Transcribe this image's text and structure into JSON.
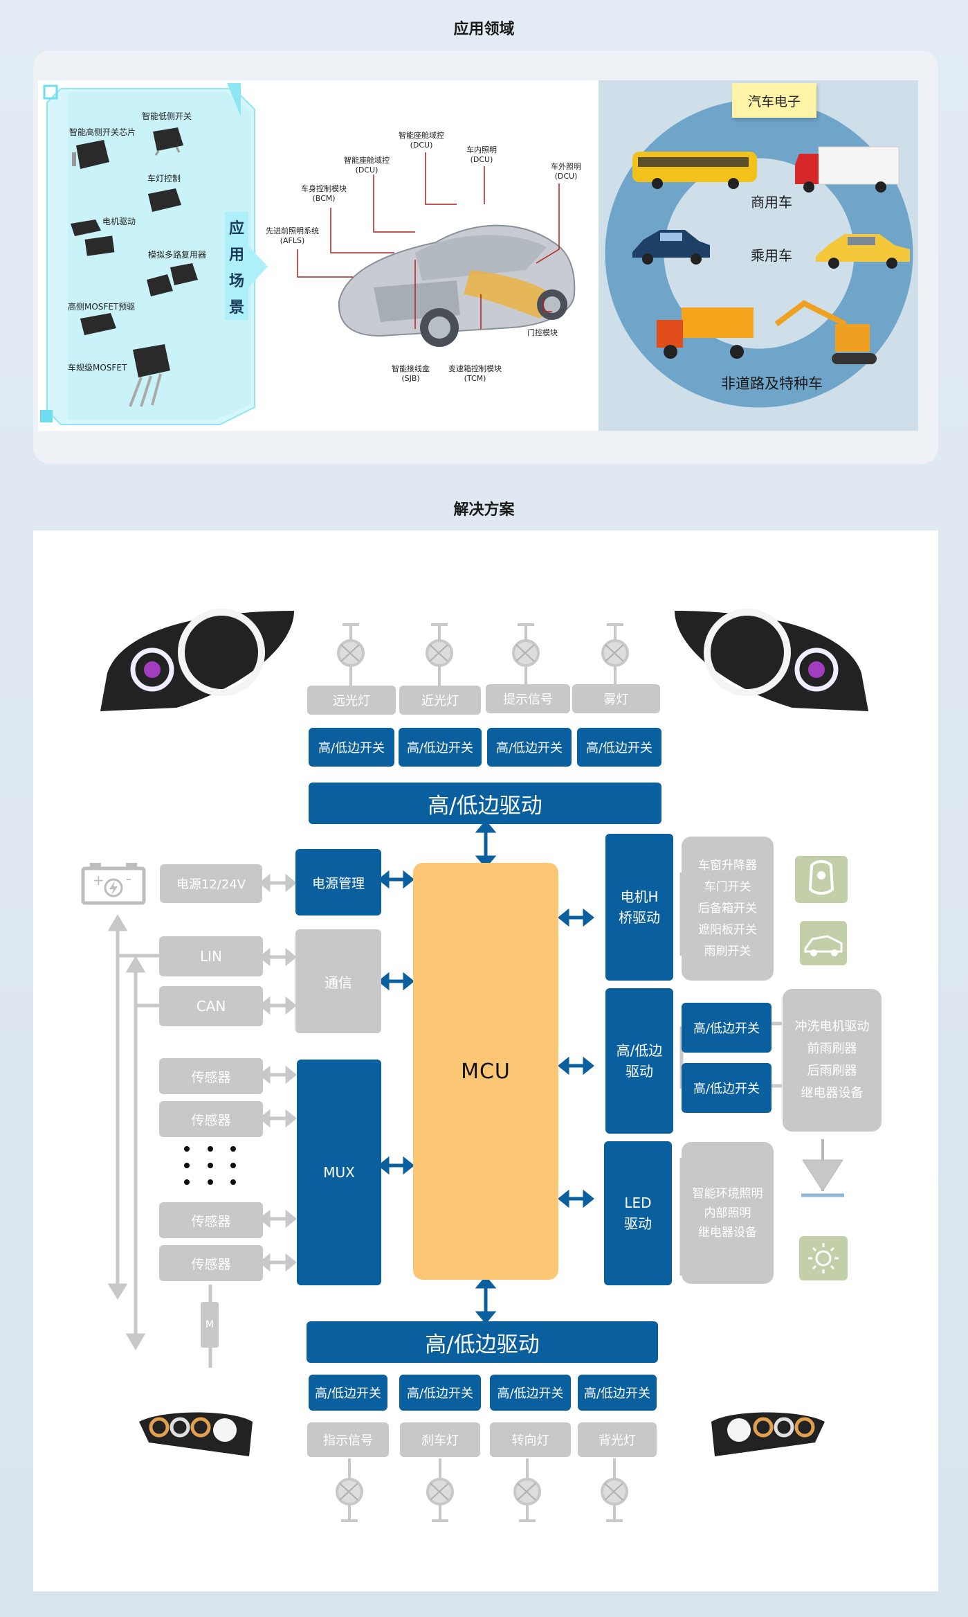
{
  "sections": {
    "app_title": "应用领域",
    "solution_title": "解决方案"
  },
  "chips": {
    "smart_high_side": "智能高侧开关芯片",
    "smart_low_side": "智能低侧开关",
    "lamp_control": "车灯控制",
    "motor_drive": "电机驱动",
    "analog_mux": "模拟多路复用器",
    "high_side_mosfet": "高侧MOSFET预驱",
    "auto_mosfet": "车规级MOSFET"
  },
  "scene": {
    "c1": "应",
    "c2": "用",
    "c3": "场",
    "c4": "景"
  },
  "car_labels": {
    "aflsa": "先进前照明系统",
    "aflsb": "(AFLS)",
    "bcma": "车身控制模块",
    "bcmb": "(BCM)",
    "dcu1a": "智能座舱域控",
    "dcu1b": "(DCU)",
    "dcu2a": "智能座舱域控",
    "dcu2b": "(DCU)",
    "inta": "车内照明",
    "intb": "(DCU)",
    "exta": "车外照明",
    "extb": "(DCU)",
    "door": "门控模块",
    "sjba": "智能接线盒",
    "sjbb": "(SJB)",
    "tcma": "变速箱控制模块",
    "tcmb": "(TCM)"
  },
  "vehicles": {
    "tag": "汽车电子",
    "commercial": "商用车",
    "passenger": "乘用车",
    "offroad": "非道路及特种车"
  },
  "diagram": {
    "top_lamps": [
      "远光灯",
      "近光灯",
      "提示信号",
      "雾灯"
    ],
    "switch": "高/低边开关",
    "driver": "高/低边驱动",
    "power_src": "电源12/24V",
    "power_mgmt": "电源管理",
    "lin": "LIN",
    "can": "CAN",
    "comm": "通信",
    "sensor": "传感器",
    "mux": "MUX",
    "mcu": "MCU",
    "m": "M",
    "motor_bridge_1": "电机H",
    "motor_bridge_2": "桥驱动",
    "motor_loads": [
      "车窗升降器",
      "车门开关",
      "后备箱开关",
      "遮阳板开关",
      "雨刷开关"
    ],
    "hl_drive_1": "高/低边",
    "hl_drive_2": "驱动",
    "hl_loads": [
      "冲洗电机驱动",
      "前雨刷器",
      "后雨刷器",
      "继电器设备"
    ],
    "led_1": "LED",
    "led_2": "驱动",
    "led_loads": [
      "智能环境照明",
      "内部照明",
      "继电器设备"
    ],
    "bottom_lamps": [
      "指示信号",
      "刹车灯",
      "转向灯",
      "背光灯"
    ]
  },
  "colors": {
    "blue": "#0a5f9e",
    "gray": "#c8c8c8",
    "mcu": "#fbc774",
    "ring": "#6fa5c9",
    "cyan": "#bff3fb"
  }
}
